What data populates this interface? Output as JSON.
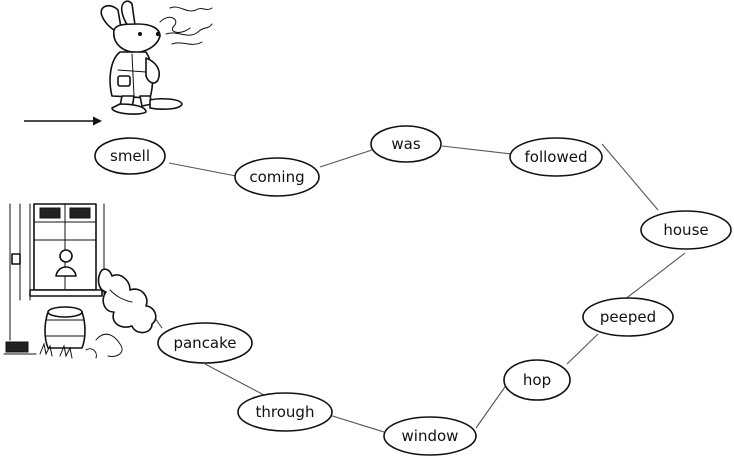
{
  "diagram": {
    "words": [
      "smell",
      "coming",
      "was",
      "followed",
      "house",
      "peeped",
      "hop",
      "window",
      "through",
      "pancake"
    ],
    "path_order": [
      "smell",
      "coming",
      "was",
      "followed",
      "house",
      "peeped",
      "hop",
      "window",
      "through",
      "pancake"
    ],
    "illustrations": [
      "rabbit-sniffing-illustration",
      "cottage-with-barrel-illustration"
    ],
    "start_marker": "start-arrow"
  }
}
